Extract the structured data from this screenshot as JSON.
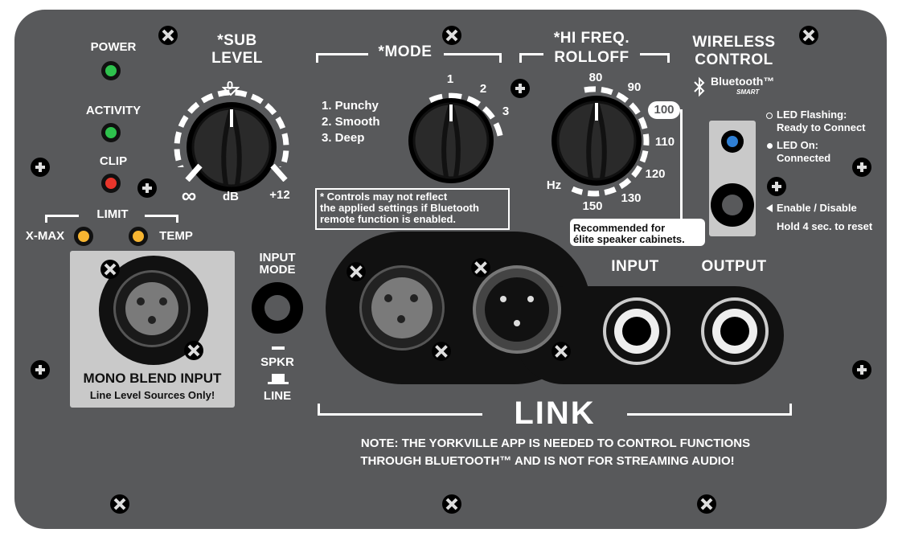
{
  "leds": {
    "power": {
      "label": "POWER",
      "color": "#2ec24d"
    },
    "activity": {
      "label": "ACTIVITY",
      "color": "#2ec24d"
    },
    "clip": {
      "label": "CLIP",
      "color": "#e8352b"
    },
    "limit": {
      "label": "LIMIT"
    },
    "xmax": {
      "label": "X-MAX",
      "color": "#f7b531"
    },
    "temp": {
      "label": "TEMP",
      "color": "#f7b531"
    }
  },
  "sub_level": {
    "title_line1": "*SUB",
    "title_line2": "LEVEL",
    "mark_zero": "0",
    "mark_min": "∞",
    "unit": "dB",
    "mark_max": "+12"
  },
  "mode": {
    "title": "*MODE",
    "options": [
      "1.  Punchy",
      "2.  Smooth",
      "3.  Deep"
    ],
    "positions": [
      "1",
      "2",
      "3"
    ],
    "footnote": [
      "* Controls may not reflect",
      "the applied settings if Bluetooth",
      "remote function is enabled."
    ]
  },
  "hi_freq": {
    "title_line1": "*HI FREQ.",
    "title_line2": "ROLLOFF",
    "marks": [
      "80",
      "90",
      "100",
      "110",
      "120",
      "130",
      "150"
    ],
    "unit": "Hz",
    "recommendation": [
      "Recommended for",
      "élite speaker cabinets."
    ]
  },
  "wireless": {
    "title_line1": "WIRELESS",
    "title_line2": "CONTROL",
    "bt_logo": "Bluetooth™",
    "bt_sub": "SMART",
    "led_color": "#2f7fd4",
    "status": [
      {
        "line1": "LED Flashing:",
        "line2": "Ready to Connect"
      },
      {
        "line1": "LED On:",
        "line2": "Connected"
      }
    ],
    "button_label": "Enable / Disable",
    "button_hint": "Hold 4 sec. to reset"
  },
  "mono_blend": {
    "title": "MONO BLEND INPUT",
    "subtitle": "Line Level Sources Only!"
  },
  "input_mode": {
    "title_line1": "INPUT",
    "title_line2": "MODE",
    "option_up": "SPKR",
    "option_down": "LINE"
  },
  "link": {
    "title": "LINK",
    "input_label": "INPUT",
    "output_label": "OUTPUT"
  },
  "note": {
    "line1": "NOTE:  THE YORKVILLE APP IS NEEDED TO CONTROL FUNCTIONS",
    "line2": "THROUGH BLUETOOTH™ AND IS NOT FOR  STREAMING AUDIO!"
  }
}
